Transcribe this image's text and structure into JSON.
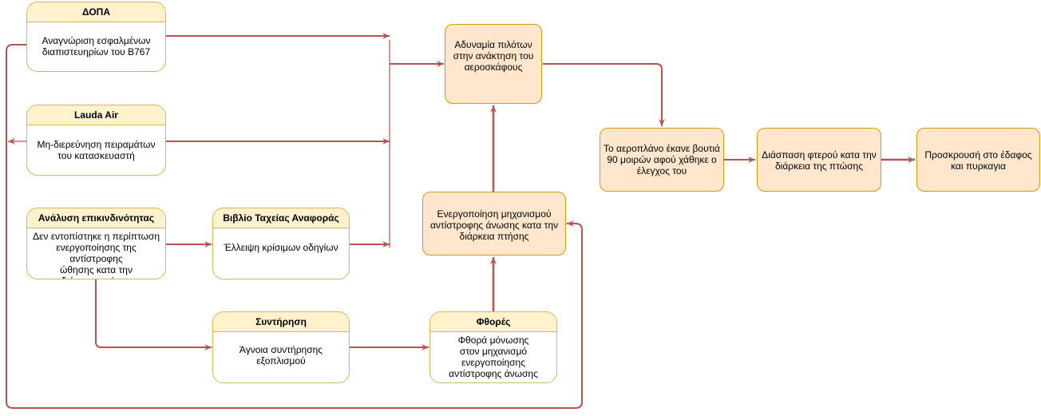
{
  "colors": {
    "edge": "#b85450",
    "swimlane_fill": "#fff2cc",
    "swimlane_border": "#d6b656",
    "node_fill": "#ffe6cc",
    "node_border": "#d79b00"
  },
  "swimlanes": {
    "dopa": {
      "title": "ΔΟΠΑ",
      "body": "Αναγνώριση εσφαλμένων\nδιαπιστευηρίων του Β767"
    },
    "lauda": {
      "title": "Lauda Air",
      "body": "Μη-διερεύνηση πειραμάτων\nτου κατασκευαστή"
    },
    "risk": {
      "title": "Ανάλυση επικινδινότητας",
      "body": "Δεν εντοπίστηκε η περίπτωση\nενεργοποίησης της αντίστροφης\nώθησης κατα την\nδιάρκεια τπήσης"
    },
    "quickref": {
      "title": "Βιβλίο Ταχείας Αναφοράς",
      "body": "Έλλειψη κρίσιμων οδηγίων"
    },
    "maint": {
      "title": "Συντήρηση",
      "body": "Άγνοια συντήρησης\nεξοπλισμού"
    },
    "wear": {
      "title": "Φθορές",
      "body": "Φθορά μόνωσης\nστον μηχανισμό\nενεργοποίησης\nαντίστροφης άνωσης"
    }
  },
  "nodes": {
    "pilots": "Αδυναμία πιλότων\nστην ανάκτηση του\nαεροσκάφους",
    "activation": "Ενεργοποίηση μηχανισμού\nαντίστροφης άνωσης κατα την\nδιάρκεια πτήσης",
    "dive": "Το αεροπλάνο έκανε βουτιά\n90 μοιρών αφού χάθηκε ο\nέλεγχος του",
    "wing": "Διάσπαση φτερού κατα την\nδιάρκεια της πτώσης",
    "crash": "Προσκρουσή στο έδαφος\nκαι πυρκαγια"
  }
}
